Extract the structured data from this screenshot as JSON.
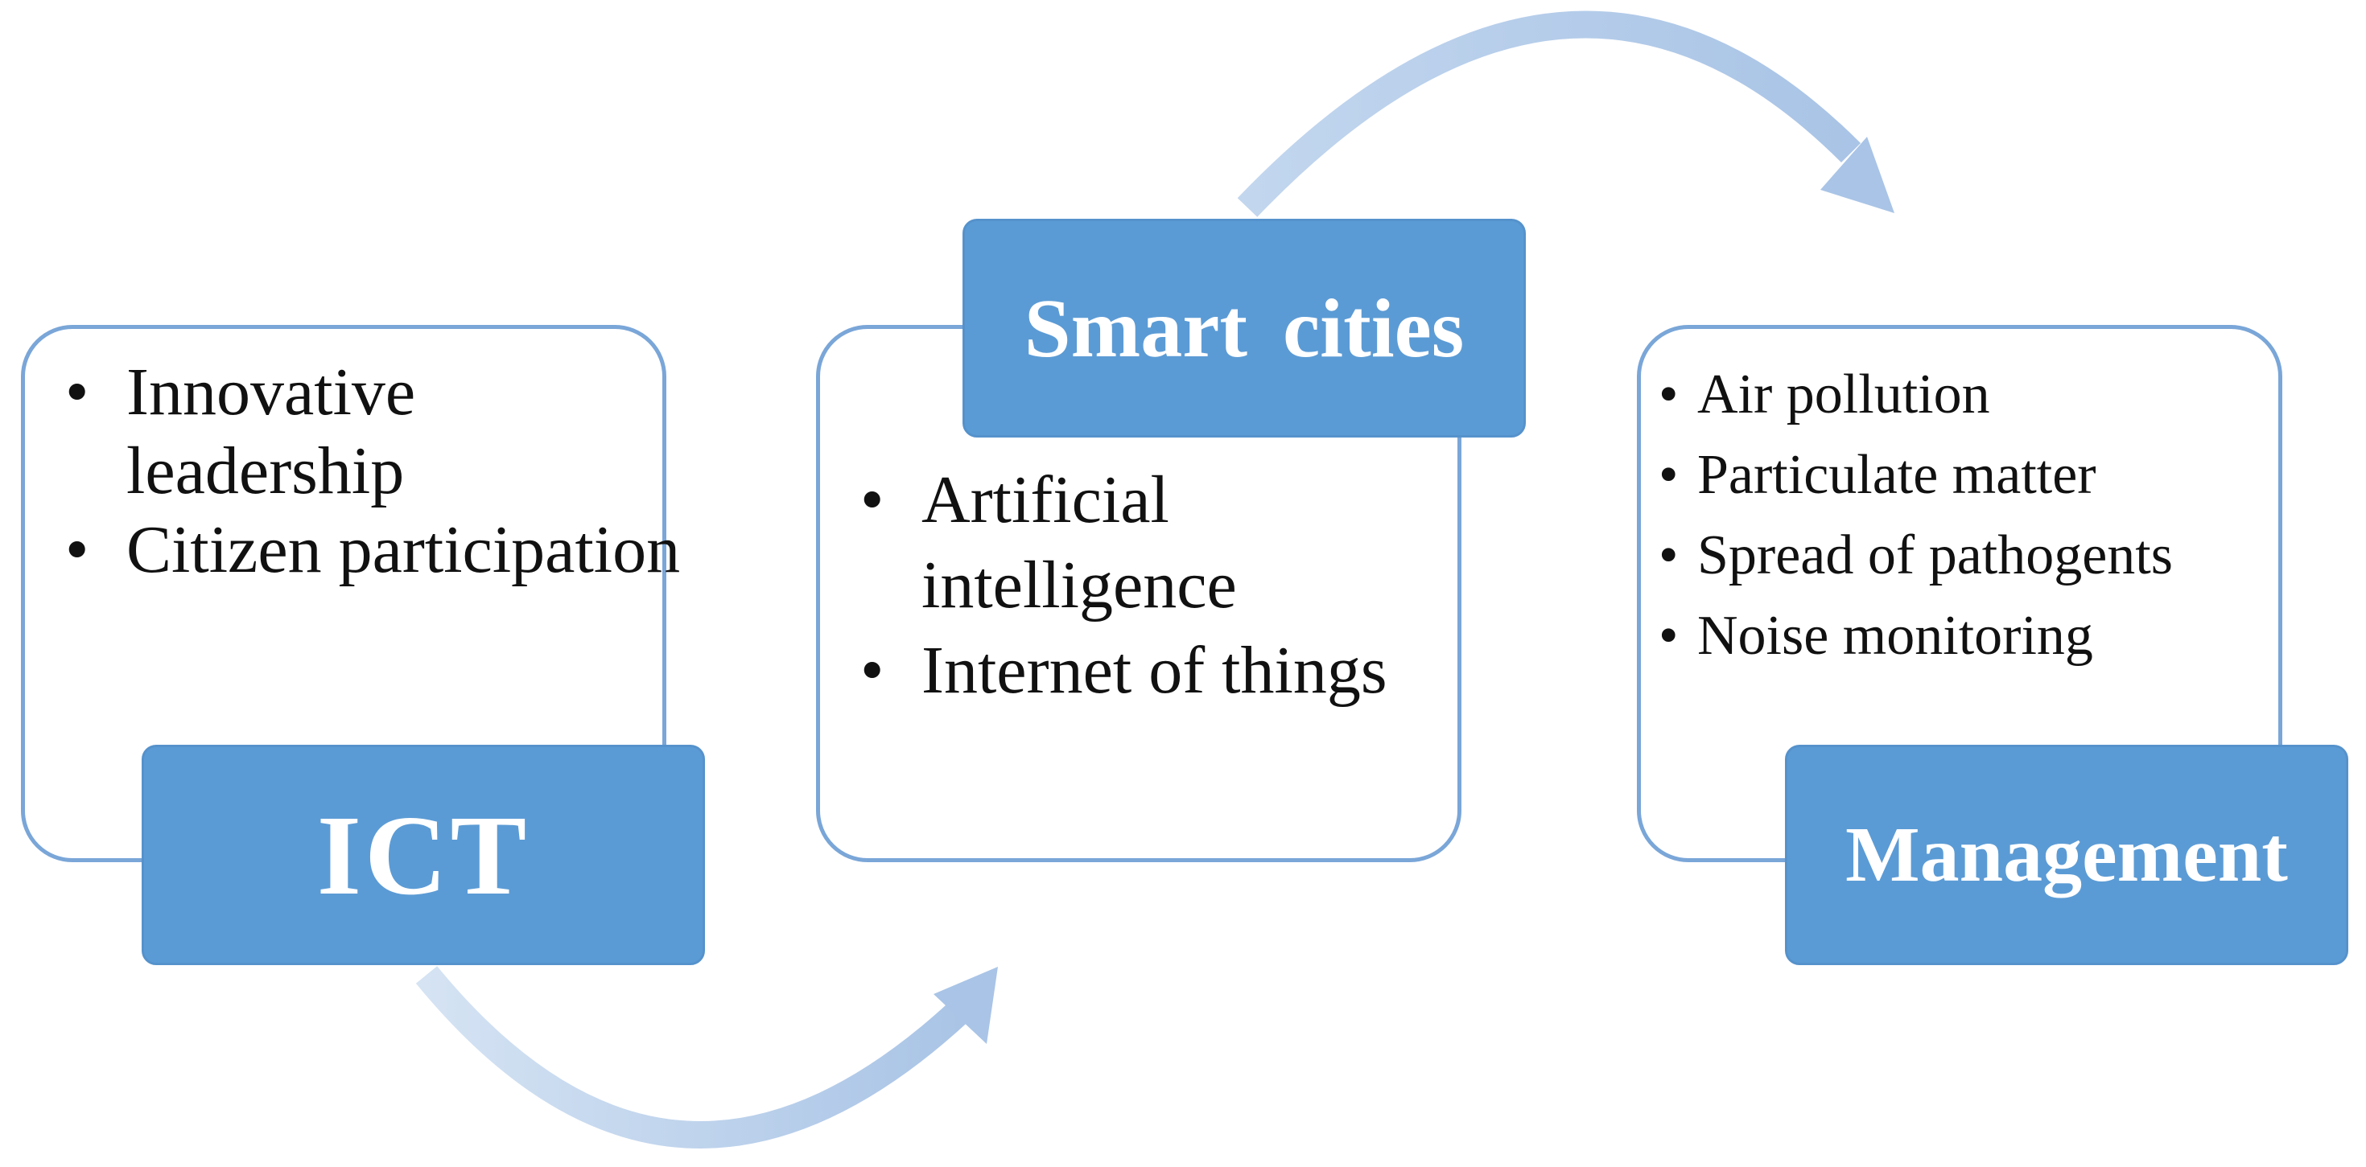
{
  "colors": {
    "box_fill": "#5b9bd5",
    "card_border": "#7aa6d8",
    "arrow": "#b5cbe8",
    "label_text": "#ffffff",
    "body_text": "#111111"
  },
  "stages": [
    {
      "label": "ICT",
      "items": [
        "Innovative leadership",
        "Citizen participation"
      ]
    },
    {
      "label": "Smart cities",
      "items": [
        "Artificial intelligence",
        "Internet of things"
      ]
    },
    {
      "label": "Management",
      "items": [
        "Air pollution",
        "Particulate matter",
        "Spread of pathogents",
        "Noise monitoring"
      ]
    }
  ]
}
